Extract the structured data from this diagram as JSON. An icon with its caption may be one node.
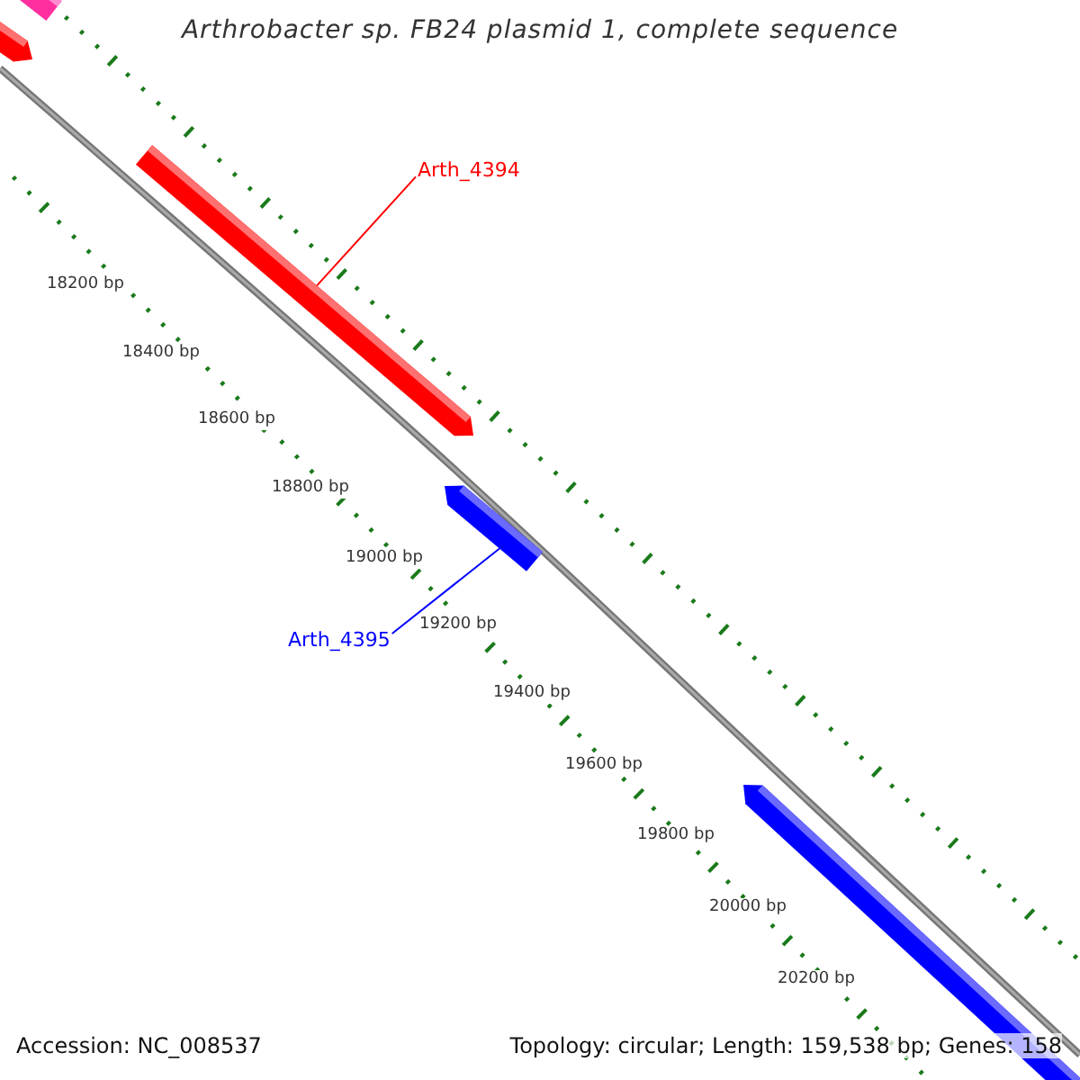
{
  "diagram": {
    "title": "Arthrobacter sp. FB24 plasmid 1, complete sequence",
    "nodes": [
      {
        "text": [
          "Arth_4394"
        ]
      },
      {
        "text": [
          "Arth_4395"
        ]
      },
      {
        "text": [],
        "shape": "bar"
      },
      {
        "text": [],
        "shape": "bar"
      },
      {
        "text": [],
        "shape": "bar"
      },
      {
        "text": [],
        "shape": "bar"
      },
      {
        "text": [],
        "shape": "bar"
      }
    ],
    "edges": [
      {
        "from": 0,
        "to": 4,
        "arrow": "none",
        "color": "#ff0000"
      },
      {
        "from": 1,
        "to": 5,
        "arrow": "none",
        "color": "#0000ff"
      }
    ],
    "labels": [
      "18200 bp",
      "18400 bp",
      "18600 bp",
      "18800 bp",
      "19000 bp",
      "19200 bp",
      "19400 bp",
      "19600 bp",
      "19800 bp",
      "20000 bp",
      "20200 bp",
      "Accession: NC_008537",
      "Topology: circular; Length: 159,538 bp; Genes: 158"
    ]
  }
}
